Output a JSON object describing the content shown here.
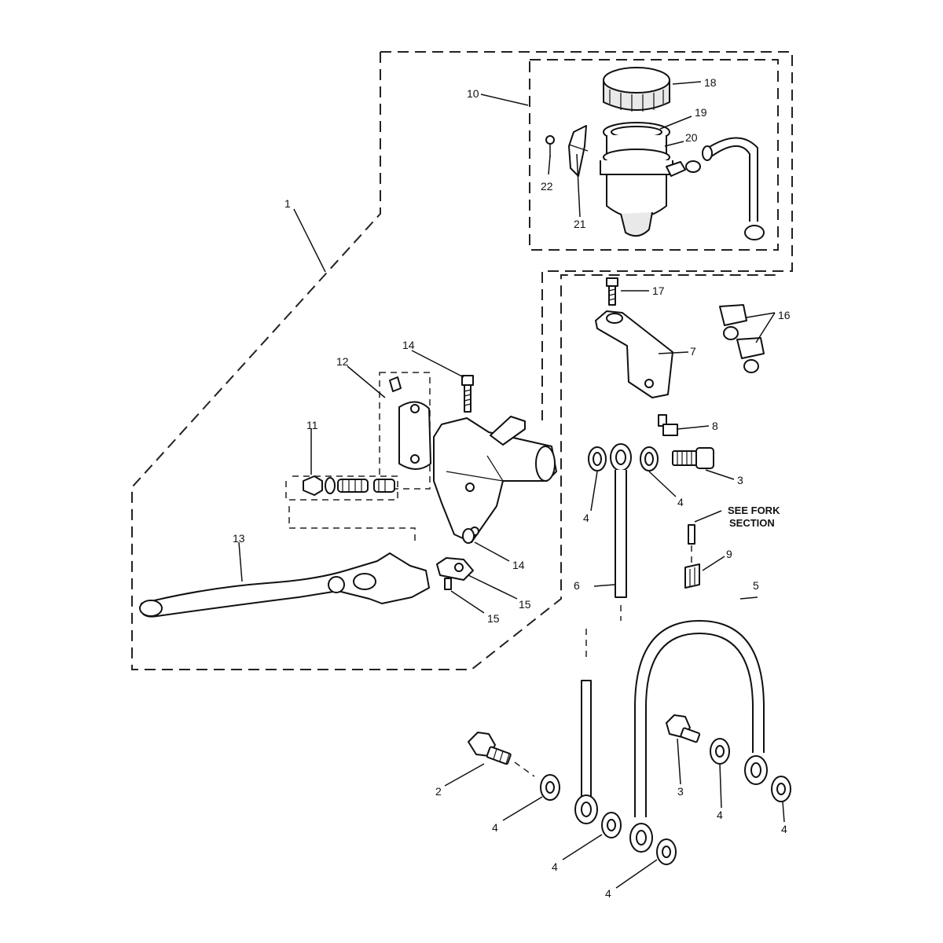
{
  "callouts": {
    "c1": "1",
    "c2": "2",
    "c3a": "3",
    "c3b": "3",
    "c4a": "4",
    "c4b": "4",
    "c4c": "4",
    "c4d": "4",
    "c4e": "4",
    "c4f": "4",
    "c4g": "4",
    "c5": "5",
    "c6": "6",
    "c7": "7",
    "c8": "8",
    "c9": "9",
    "c10": "10",
    "c11": "11",
    "c12": "12",
    "c13": "13",
    "c14a": "14",
    "c14b": "14",
    "c15a": "15",
    "c15b": "15",
    "c16": "16",
    "c17": "17",
    "c18": "18",
    "c19": "19",
    "c20": "20",
    "c21": "21",
    "c22": "22"
  },
  "note": {
    "line1": "SEE FORK",
    "line2": "SECTION"
  }
}
